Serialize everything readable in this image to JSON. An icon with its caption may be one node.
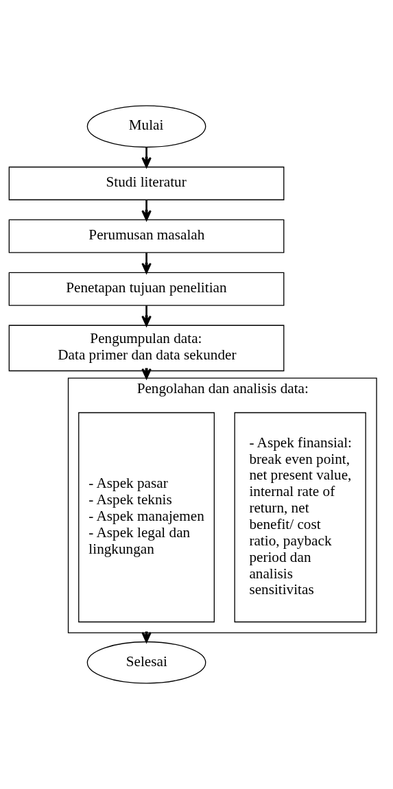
{
  "diagram": {
    "nodes": [
      {
        "text": [
          "Mulai"
        ]
      },
      {
        "text": [
          "Studi literatur"
        ]
      },
      {
        "text": [
          "Perumusan masalah"
        ]
      },
      {
        "text": [
          "Penetapan tujuan penelitian"
        ]
      },
      {
        "text": [
          "Pengumpulan data:",
          "Data primer dan data sekunder"
        ]
      },
      {
        "text": [
          "Pengolahan dan analisis data:"
        ]
      },
      {
        "text": [
          "- Aspek pasar",
          "- Aspek teknis",
          "- Aspek manajemen",
          "- Aspek legal dan lingkungan"
        ],
        "in": 5
      },
      {
        "text": [
          "- Aspek finansial: break even point, net present value, internal rate of return, net benefit/ cost ratio, payback period dan analisis sensitivitas"
        ],
        "in": 5
      },
      {
        "text": [
          "Selesai"
        ]
      }
    ],
    "edges": [
      {
        "from": 0,
        "to": 1,
        "arrow": "to"
      },
      {
        "from": 1,
        "to": 2,
        "arrow": "to"
      },
      {
        "from": 2,
        "to": 3,
        "arrow": "to"
      },
      {
        "from": 3,
        "to": 4,
        "arrow": "to"
      },
      {
        "from": 4,
        "to": 5,
        "arrow": "to"
      },
      {
        "from": 5,
        "to": 8,
        "arrow": "to"
      }
    ]
  }
}
